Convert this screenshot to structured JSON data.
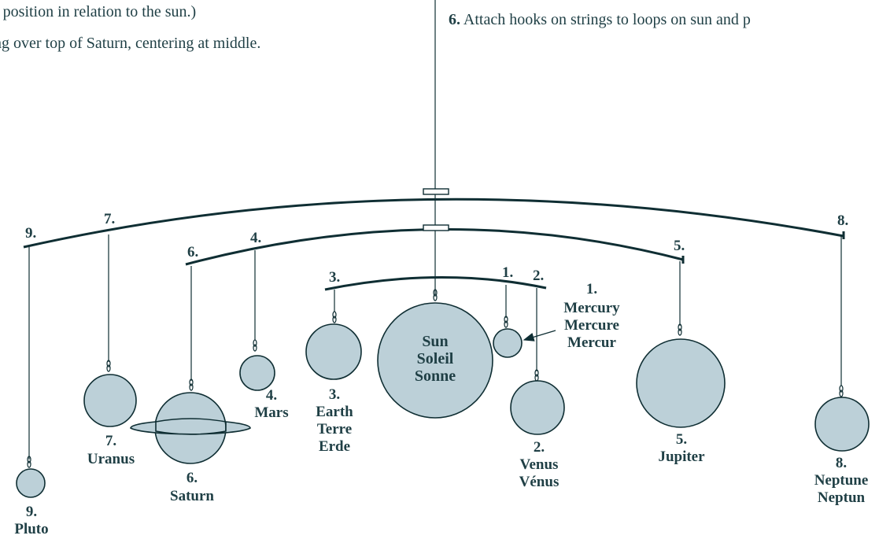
{
  "instructions": {
    "line_left_1": "r position in relation to the sun.)",
    "line_left_2": "ng over top of Saturn, centering at middle.",
    "step6_num": "6.",
    "step6_text": "Attach hooks on strings to loops on sun and p"
  },
  "bar_numbers": {
    "top_left_9": "9.",
    "top_left_7": "7.",
    "top_right_8": "8.",
    "mid_left_6": "6.",
    "mid_left_4": "4.",
    "mid_right_5": "5.",
    "low_left_3": "3.",
    "low_right_1": "1.",
    "low_right_2": "2."
  },
  "bodies": {
    "sun": {
      "lines": [
        "Sun",
        "Soleil",
        "Sonne"
      ]
    },
    "mercury": {
      "lines": [
        "1.",
        "Mercury",
        "Mercure",
        "Mercur"
      ]
    },
    "venus": {
      "lines": [
        "2.",
        "Venus",
        "Vénus"
      ]
    },
    "earth": {
      "lines": [
        "3.",
        "Earth",
        "Terre",
        "Erde"
      ]
    },
    "mars": {
      "lines": [
        "4.",
        "Mars"
      ]
    },
    "jupiter": {
      "lines": [
        "5.",
        "Jupiter"
      ]
    },
    "saturn": {
      "lines": [
        "6.",
        "Saturn"
      ]
    },
    "uranus": {
      "lines": [
        "7.",
        "Uranus"
      ]
    },
    "neptune": {
      "lines": [
        "8.",
        "Neptune",
        "Neptun"
      ]
    },
    "pluto": {
      "lines": [
        "9.",
        "Pluto"
      ]
    }
  },
  "colors": {
    "planet_fill": "#bcd0d8",
    "ink": "#0f2e33",
    "text": "#1f3f45"
  }
}
